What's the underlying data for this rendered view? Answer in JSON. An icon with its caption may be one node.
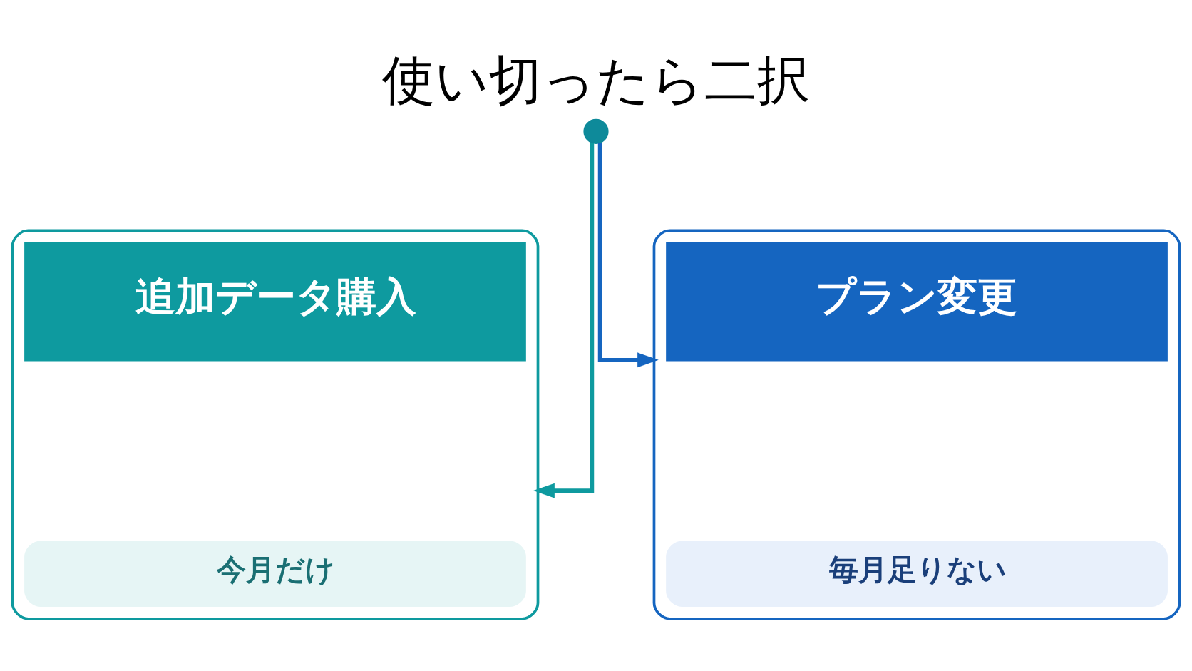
{
  "diagram": {
    "title": "使い切ったら二択",
    "nodes": [
      {
        "text": [],
        "shape": "circle"
      },
      {
        "text": [
          "追加データ購入",
          "今月だけ"
        ]
      },
      {
        "text": [
          "プラン変更",
          "毎月足りない"
        ]
      }
    ],
    "edges": [
      {
        "from": 0,
        "to": 1,
        "arrow": "to",
        "color": "#0e9a9f"
      },
      {
        "from": 0,
        "to": 2,
        "arrow": "to",
        "color": "#1565c0"
      }
    ]
  }
}
